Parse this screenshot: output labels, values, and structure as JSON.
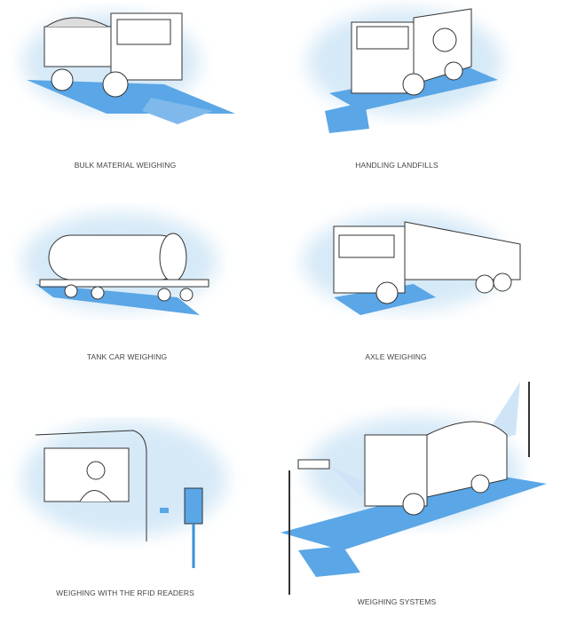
{
  "items": [
    {
      "caption": "BULK MATERIAL WEIGHING",
      "icon": "dump-truck-on-scale-illustration"
    },
    {
      "caption": "HANDLING LANDFILLS",
      "icon": "garbage-truck-on-scale-illustration"
    },
    {
      "caption": "TANK CAR WEIGHING",
      "icon": "rail-tank-car-on-scale-illustration"
    },
    {
      "caption": "AXLE WEIGHING",
      "icon": "lorry-on-axle-scale-illustration"
    },
    {
      "caption": "WEIGHING WITH THE RFID READERS",
      "icon": "driver-rfid-reader-illustration"
    },
    {
      "caption": "WEIGHING SYSTEMS",
      "icon": "weighbridge-cameras-illustration"
    }
  ],
  "colors": {
    "platform": "#5aa6e6",
    "wash": "#d6e9f7",
    "caption": "#444444",
    "line": "#333333"
  }
}
